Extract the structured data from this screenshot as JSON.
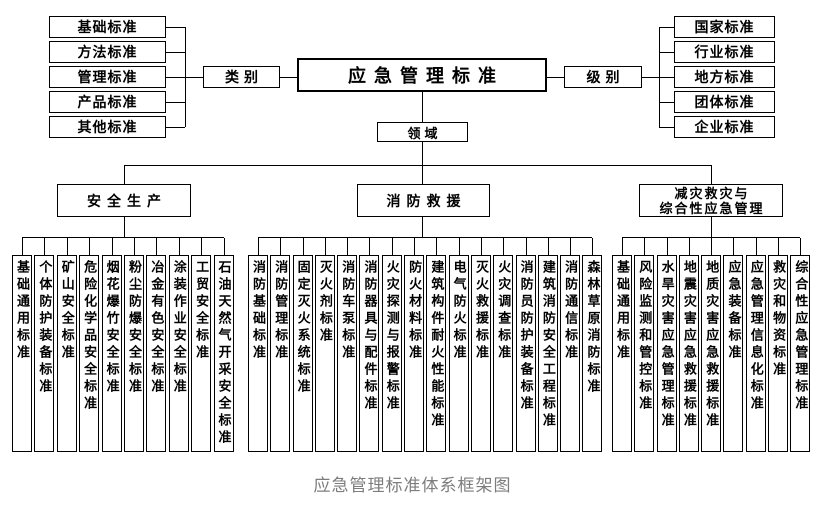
{
  "diagram": {
    "title": "应急管理标准",
    "caption": "应急管理标准体系框架图",
    "category": {
      "label": "类别",
      "items": [
        "基础标准",
        "方法标准",
        "管理标准",
        "产品标准",
        "其他标准"
      ]
    },
    "level": {
      "label": "级别",
      "items": [
        "国家标准",
        "行业标准",
        "地方标准",
        "团体标准",
        "企业标准"
      ]
    },
    "field_label": "领域",
    "branches": [
      {
        "name": "安全生产",
        "leaves": [
          "基础通用标准",
          "个体防护装备标准",
          "矿山安全标准",
          "危险化学品安全标准",
          "烟花爆竹安全标准",
          "粉尘防爆安全标准",
          "冶金有色安全标准",
          "涂装作业安全标准",
          "工贸安全标准",
          "石油天然气开采安全标准"
        ]
      },
      {
        "name": "消防救援",
        "leaves": [
          "消防基础标准",
          "消防管理标准",
          "固定灭火系统标准",
          "灭火剂标准",
          "消防车泵标准",
          "消防器具与配件标准",
          "火灾探测与报警标准",
          "防火材料标准",
          "建筑构件耐火性能标准",
          "电气防火标准",
          "灭火救援标准",
          "火灾调查标准",
          "消防员防护装备标准",
          "建筑消防安全工程标准",
          "消防通信标准",
          "森林草原消防标准"
        ]
      },
      {
        "name_line1": "减灾救灾与",
        "name_line2": "综合性应急管理",
        "leaves": [
          "基础通用标准",
          "风险监测和管控标准",
          "水旱灾害应急管理标准",
          "地震灾害应急救援标准",
          "地质灾害应急救援标准",
          "应急装备标准",
          "应急管理信息化标准",
          "救灾和物资标准",
          "综合性应急管理标准"
        ]
      }
    ],
    "colors": {
      "line": "#000000",
      "border": "#000000",
      "caption": "#7d7d7d",
      "background": "#ffffff"
    }
  }
}
